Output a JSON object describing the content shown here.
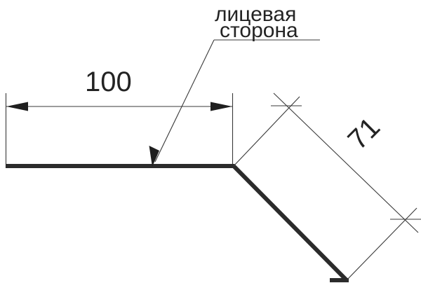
{
  "drawing": {
    "title": "Профиль с отгибом — чертёж",
    "background_color": "#ffffff",
    "line_color_thin": "#3a3a3a",
    "line_color_thick": "#2b2b2b",
    "text_color": "#232323",
    "annotations": {
      "note_line_1": "лицевая",
      "note_line_2": "сторона"
    },
    "dimensions": {
      "horizontal_label": "100",
      "angled_label": "71"
    }
  },
  "chart_data": {
    "type": "diagram",
    "title": "Профиль с отгибом",
    "units": "mm",
    "annotations": [
      {
        "name": "face-side-note",
        "text": "лицевая сторона",
        "lines": [
          "лицевая",
          "сторона"
        ],
        "leader_from": [
          305,
          57
        ],
        "leader_to": [
          217,
          237
        ],
        "shelf": [
          [
            305,
            57
          ],
          [
            455,
            57
          ]
        ]
      }
    ],
    "measurements": [
      {
        "name": "horizontal-dimension",
        "label": "100",
        "value": 100,
        "orientation": "horizontal",
        "line": [
          [
            8,
            152
          ],
          [
            331,
            152
          ]
        ],
        "arrows": "both",
        "extension_lines": [
          [
            [
              8,
              135
            ],
            [
              8,
              237
            ]
          ],
          [
            [
              331,
              135
            ],
            [
              331,
              237
            ]
          ]
        ]
      },
      {
        "name": "angled-dimension",
        "label": "71",
        "value": 71,
        "orientation": "diagonal-45",
        "line": [
          [
            408,
            151
          ],
          [
            578,
            313
          ]
        ],
        "ticks": "slash",
        "extension_lines": [
          [
            [
              333,
              237
            ],
            [
              425,
              140
            ]
          ],
          [
            [
              495,
              400
            ],
            [
              593,
              299
            ]
          ]
        ]
      }
    ],
    "profile_polyline": [
      [
        8,
        237
      ],
      [
        333,
        237
      ],
      [
        493,
        400
      ]
    ],
    "profile_end_tick": [
      [
        470,
        400
      ],
      [
        496,
        400
      ]
    ]
  }
}
